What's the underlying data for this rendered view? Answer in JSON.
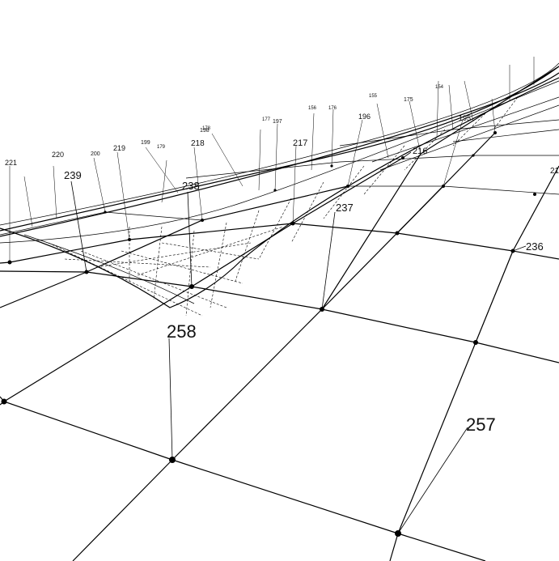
{
  "labels": {
    "n257": "257",
    "n258": "258",
    "n236": "236",
    "n237": "237",
    "n238": "238",
    "n239": "239",
    "n216": "216",
    "n217": "217",
    "n218": "218",
    "n219": "219",
    "n220": "220",
    "n221": "221",
    "n195": "195",
    "n196": "196",
    "n197": "197",
    "n198": "198",
    "n199": "199",
    "n200": "200",
    "n175": "175",
    "n176": "176",
    "n177": "177",
    "n178": "178",
    "n179": "179",
    "n154": "154",
    "n155": "155",
    "n156": "156",
    "n21": "21"
  },
  "colors": {
    "background": "#ffffff",
    "ink": "#000000"
  }
}
